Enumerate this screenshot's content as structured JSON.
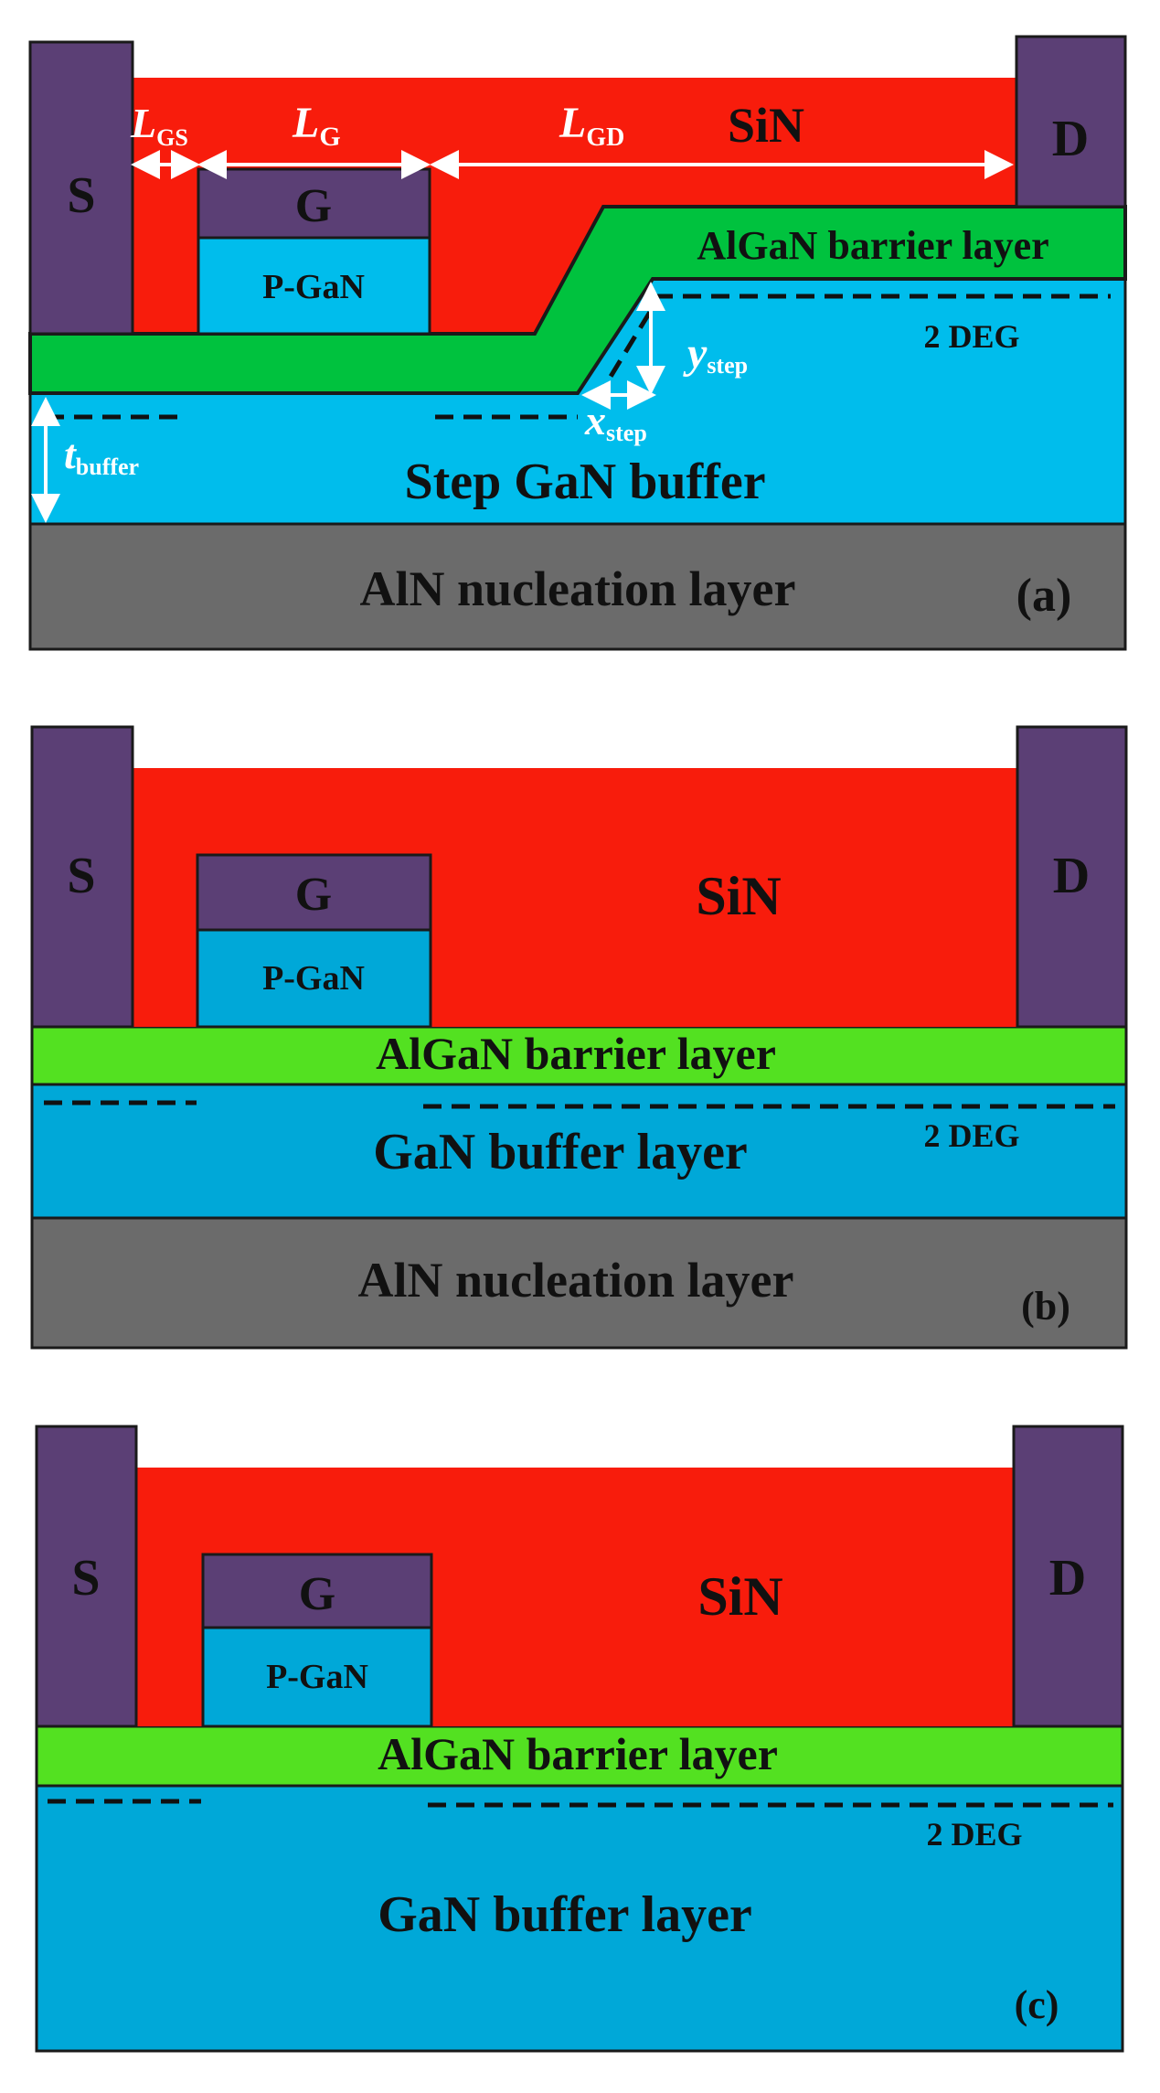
{
  "colors": {
    "metal": "#5b3f75",
    "sin": "#f81c0c",
    "algan_a": "#00c23e",
    "algan_bc": "#53e121",
    "gan_a": "#00bdec",
    "gan_bc": "#00a8d8",
    "aln": "#6b6b6b",
    "outline": "#1a1a1a",
    "arrow": "#ffffff"
  },
  "panel_a": {
    "source": "S",
    "drain": "D",
    "gate": "G",
    "pgan": "P-GaN",
    "sin": "SiN",
    "algan": "AlGaN barrier layer",
    "buffer": "Step GaN buffer",
    "twodeg": "2 DEG",
    "nucleation": "AlN nucleation layer",
    "tag": "(a)",
    "dim": {
      "lgs_main": "L",
      "lgs_sub": "GS",
      "lg_main": "L",
      "lg_sub": "G",
      "lgd_main": "L",
      "lgd_sub": "GD",
      "ystep_main": "y",
      "ystep_sub": "step",
      "xstep_main": "x",
      "xstep_sub": "step",
      "tbuf_main": "t",
      "tbuf_sub": "buffer"
    }
  },
  "panel_b": {
    "source": "S",
    "drain": "D",
    "gate": "G",
    "pgan": "P-GaN",
    "sin": "SiN",
    "algan": "AlGaN barrier layer",
    "buffer": "GaN buffer layer",
    "twodeg": "2 DEG",
    "nucleation": "AlN nucleation layer",
    "tag": "(b)"
  },
  "panel_c": {
    "source": "S",
    "drain": "D",
    "gate": "G",
    "pgan": "P-GaN",
    "sin": "SiN",
    "algan": "AlGaN barrier layer",
    "buffer": "GaN buffer layer",
    "twodeg": "2 DEG",
    "tag": "(c)"
  }
}
